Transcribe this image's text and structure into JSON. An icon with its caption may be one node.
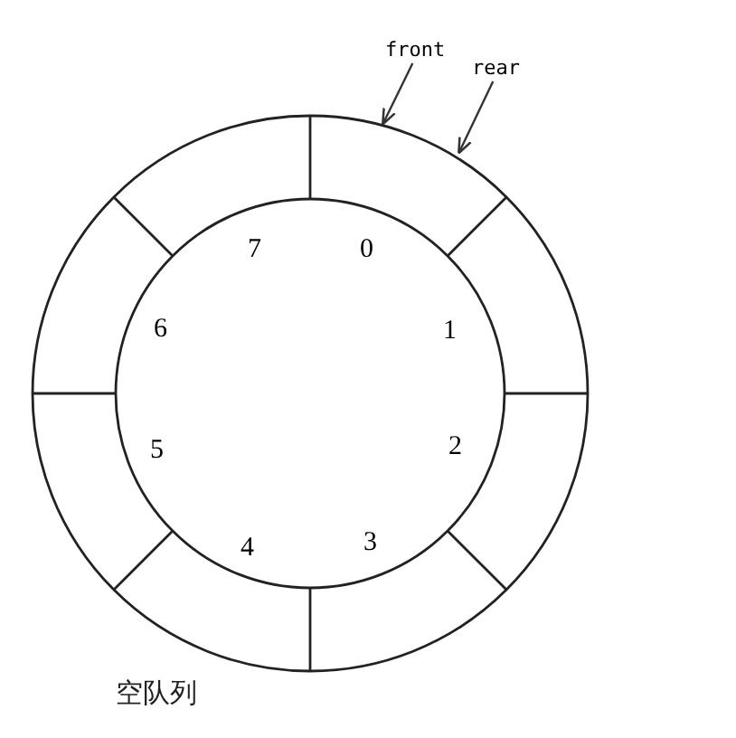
{
  "diagram": {
    "caption": "空队列",
    "nodes": [
      {
        "text": [
          "front"
        ]
      },
      {
        "text": [
          "rear"
        ]
      }
    ],
    "edges": [
      {
        "from": 0,
        "to": null,
        "arrow": "to"
      },
      {
        "from": 1,
        "to": null,
        "arrow": "to"
      }
    ],
    "labels": [
      "7",
      "0",
      "1",
      "2",
      "3",
      "4",
      "5",
      "6"
    ]
  }
}
